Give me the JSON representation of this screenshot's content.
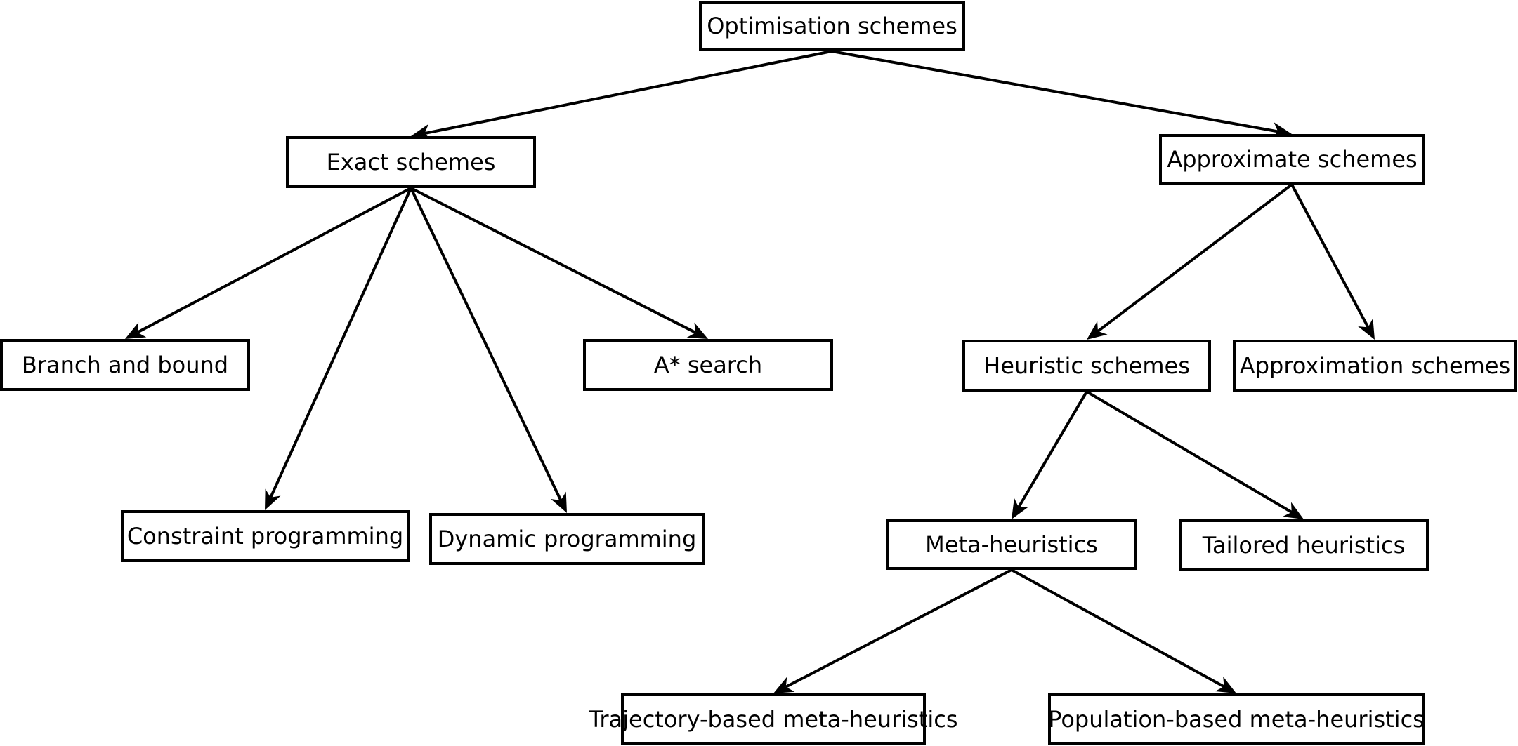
{
  "nodes": {
    "optimisation": "Optimisation schemes",
    "exact": "Exact schemes",
    "approximate": "Approximate schemes",
    "branch_bound": "Branch and bound",
    "a_star": "A* search",
    "constraint": "Constraint programming",
    "dynamic": "Dynamic programming",
    "heuristic": "Heuristic schemes",
    "approximation": "Approximation schemes",
    "meta": "Meta-heuristics",
    "tailored": "Tailored heuristics",
    "trajectory": "Trajectory-based meta-heuristics",
    "population": "Population-based meta-heuristics"
  },
  "edges": [
    {
      "from": "optimisation",
      "to": "exact"
    },
    {
      "from": "optimisation",
      "to": "approximate"
    },
    {
      "from": "exact",
      "to": "branch_bound"
    },
    {
      "from": "exact",
      "to": "constraint"
    },
    {
      "from": "exact",
      "to": "dynamic"
    },
    {
      "from": "exact",
      "to": "a_star"
    },
    {
      "from": "approximate",
      "to": "heuristic"
    },
    {
      "from": "approximate",
      "to": "approximation"
    },
    {
      "from": "heuristic",
      "to": "meta"
    },
    {
      "from": "heuristic",
      "to": "tailored"
    },
    {
      "from": "meta",
      "to": "trajectory"
    },
    {
      "from": "meta",
      "to": "population"
    }
  ]
}
